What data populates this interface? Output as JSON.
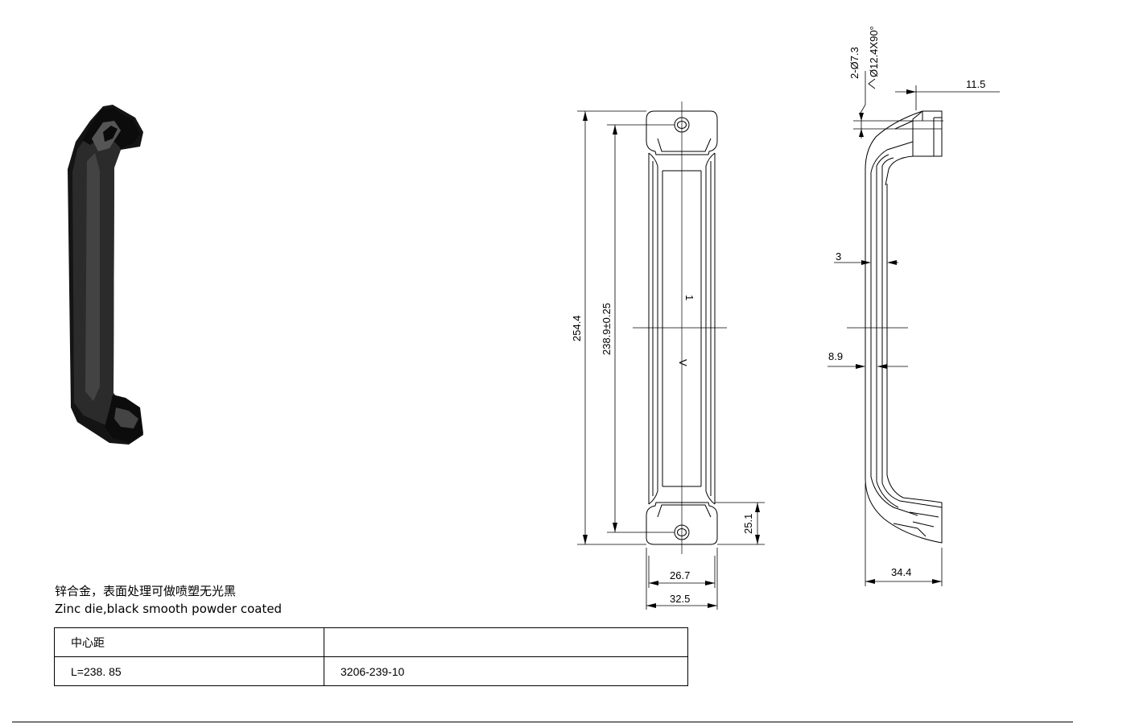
{
  "dimensions": {
    "overall_length": "254.4",
    "center_distance": "238.9±0.25",
    "end_height": "25.1",
    "inner_width": "26.7",
    "outer_width": "32.5",
    "hole_spec_count": "2-Ø7.3",
    "hole_spec_counterbore": "Ø12.4X90°",
    "top_offset": "11.5",
    "wall_thickness": "3",
    "grip_thickness": "8.9",
    "depth": "34.4"
  },
  "view_markers": {
    "mark_1": "1",
    "mark_2": "V"
  },
  "notes": {
    "material_cn": "锌合金，表面处理可做喷塑无光黑",
    "material_en": "Zinc die,black smooth powder coated"
  },
  "table": {
    "header": [
      "中心距",
      ""
    ],
    "rows": [
      [
        "L=238. 85",
        "3206-239-10"
      ]
    ]
  },
  "colors": {
    "line": "#000000",
    "product_body": "#151515",
    "product_highlight": "#4a4a4a"
  }
}
